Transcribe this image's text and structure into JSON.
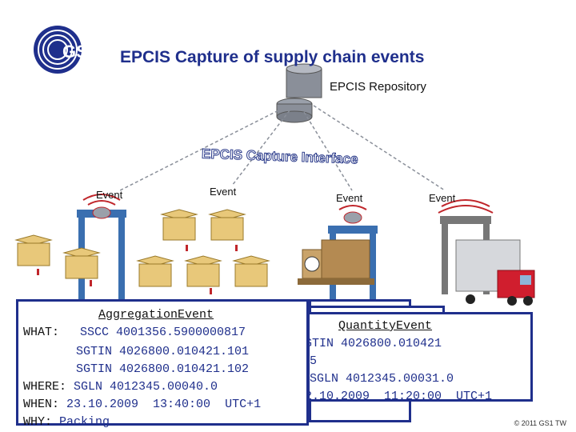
{
  "logo": {
    "text": "GS1"
  },
  "title": "EPCIS Capture of supply chain events",
  "repository": {
    "label": "EPCIS Repository"
  },
  "capture_interface": {
    "label": "EPCIS Capture Interface"
  },
  "events": [
    {
      "label": "Event"
    },
    {
      "label": "Event"
    },
    {
      "label": "Event"
    },
    {
      "label": "Event"
    }
  ],
  "aggregation_card": {
    "heading": "AggregationEvent",
    "what_key": "WHAT:",
    "what_values": [
      "SSCC 4001356.5900000817",
      "SGTIN 4026800.010421.101",
      "SGTIN 4026800.010421.102"
    ],
    "where_key": "WHERE:",
    "where_value": "SGLN 4012345.00040.0",
    "when_key": "WHEN:",
    "when_value": "23.10.2009  13:40:00  UTC+1",
    "why_key": "WHY:",
    "why_value": "Packing"
  },
  "quantity_card": {
    "heading": "QuantityEvent",
    "line1": "GTIN 4026800.010421",
    "line2": "5",
    "line3": "SGLN 4012345.00031.0",
    "line4": "2.10.2009  11:20:00  UTC+1"
  },
  "copyright": "© 2011 GS1 TW",
  "colors": {
    "brand_blue": "#1f2f8c",
    "gate_blue": "#3a6fb0",
    "signal_red": "#c0262b",
    "box_tan": "#e8c87a",
    "truck_red": "#d01e2e"
  }
}
